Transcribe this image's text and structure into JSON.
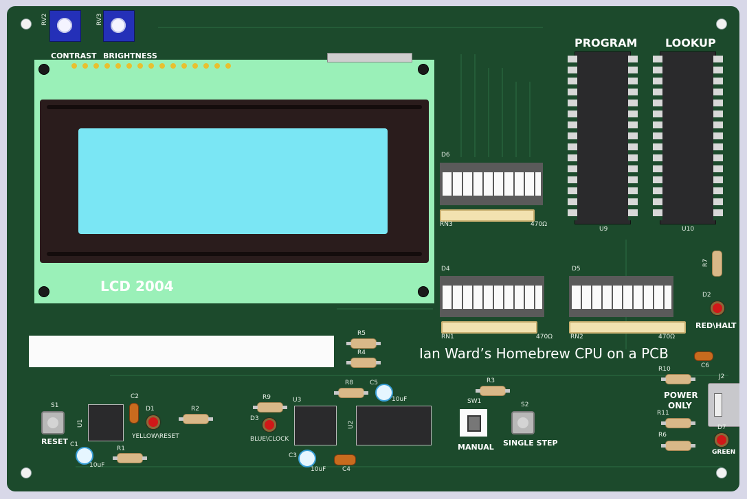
{
  "board": {
    "silkscreen": {
      "contrast": "CONTRAST",
      "brightness": "BRIGHTNESS",
      "rv2": "RV2",
      "rv3": "RV3",
      "lcd": "LCD 2004",
      "program": "PROGRAM",
      "lookup": "LOOKUP",
      "title": "Ian Ward’s Homebrew CPU on a PCB",
      "reset": "RESET",
      "manual": "MANUAL",
      "single_step": "SINGLE STEP",
      "power_only_line1": "POWER",
      "power_only_line2": "ONLY",
      "red_halt": "RED\\HALT",
      "yellow_reset": "YELLOW\\RESET",
      "blue_clock": "BLUE\\CLOCK",
      "green": "GREEN"
    },
    "refdes": {
      "d6": "D6",
      "rn3": "RN3",
      "rn3_val": "470Ω",
      "d4": "D4",
      "rn1": "RN1",
      "rn1_val": "470Ω",
      "d5": "D5",
      "rn2": "RN2",
      "rn2_val": "470Ω",
      "u9": "U9",
      "u10": "U10",
      "r7": "R7",
      "d2": "D2",
      "r5": "R5",
      "r4": "R4",
      "r8": "R8",
      "c5": "C5",
      "c5_val": "10uF",
      "r3": "R3",
      "sw1": "SW1",
      "s2": "S2",
      "r10": "R10",
      "c6": "C6",
      "j2": "J2",
      "r11": "R11",
      "r6": "R6",
      "d7": "D7",
      "s1": "S1",
      "u1": "U1",
      "c2": "C2",
      "d1": "D1",
      "r2": "R2",
      "c1": "C1",
      "c1_val": "10uF",
      "r1": "R1",
      "r9": "R9",
      "d3": "D3",
      "u3": "U3",
      "u2": "U2",
      "c3": "C3",
      "c3_val": "10uF",
      "c4": "C4"
    },
    "colors": {
      "pcb": "#1c4a2c",
      "lcd_pcb": "#9af0b8",
      "lcd_screen": "#7ae6f4",
      "led_red": "#d01818",
      "pot": "#2430b8"
    }
  }
}
